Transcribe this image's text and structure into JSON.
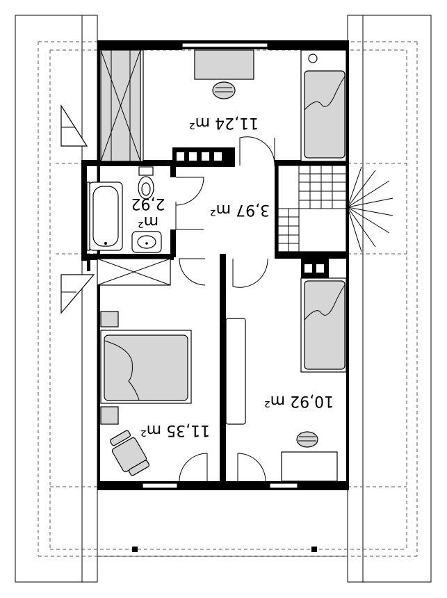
{
  "rooms": [
    {
      "id": "room-top",
      "area": "11,24 m²"
    },
    {
      "id": "bathroom",
      "area_line1": "2,92",
      "area_line2": "m²"
    },
    {
      "id": "hall",
      "area": "3,97 m²"
    },
    {
      "id": "bedroom-left",
      "area": "11,35 m²"
    },
    {
      "id": "bedroom-right",
      "area": "10,92 m²"
    }
  ],
  "colors": {
    "wall": "#000000",
    "furniture": "#d6d6d6",
    "background": "#ffffff"
  }
}
